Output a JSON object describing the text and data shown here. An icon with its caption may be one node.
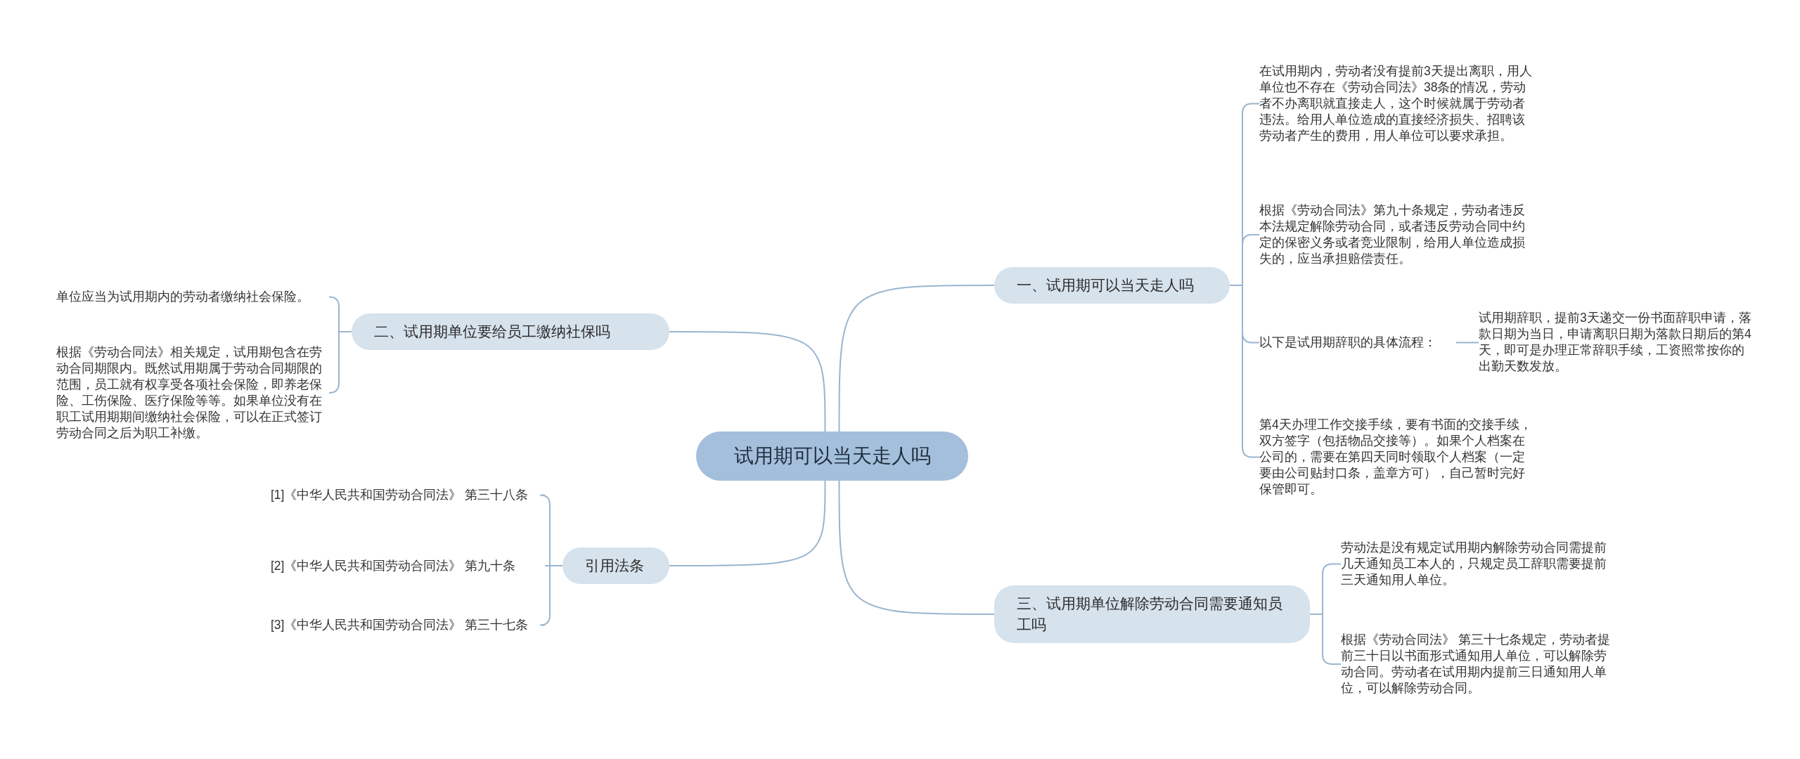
{
  "diagram": {
    "nodes": [
      {
        "text": [
          "试用期可以当天走人吗"
        ]
      },
      {
        "text": [
          "一、试用期可以当天走人吗"
        ]
      },
      {
        "text": [
          "在试用期内，劳动者没有提前3天提出离职，用人单位也不存在《劳动合同法》38条的情况，劳动者不办离职就直接走人，这个时候就属于劳动者违法。给用人单位造成的直接经济损失、招聘该劳动者产生的费用，用人单位可以要求承担。"
        ]
      },
      {
        "text": [
          "根据《劳动合同法》第九十条规定，劳动者违反本法规定解除劳动合同，或者违反劳动合同中约定的保密义务或者竞业限制，给用人单位造成损失的，应当承担赔偿责任。"
        ]
      },
      {
        "text": [
          "以下是试用期辞职的具体流程："
        ]
      },
      {
        "text": [
          "试用期辞职，提前3天递交一份书面辞职申请，落款日期为当日，申请离职日期为落款日期后的第4天，即可是办理正常辞职手续，工资照常按你的出勤天数发放。"
        ]
      },
      {
        "text": [
          "第4天办理工作交接手续，要有书面的交接手续，双方签字（包括物品交接等）。如果个人档案在公司的，需要在第四天同时领取个人档案（一定要由公司贴封口条，盖章方可），自己暂时完好保管即可。"
        ]
      },
      {
        "text": [
          "三、试用期单位解除劳动合同需要通知员工吗"
        ]
      },
      {
        "text": [
          "劳动法是没有规定试用期内解除劳动合同需提前几天通知员工本人的，只规定员工辞职需要提前三天通知用人单位。"
        ]
      },
      {
        "text": [
          "根据《劳动合同法》 第三十七条规定，劳动者提前三十日以书面形式通知用人单位，可以解除劳动合同。劳动者在试用期内提前三日通知用人单位，可以解除劳动合同。"
        ]
      },
      {
        "text": [
          "二、试用期单位要给员工缴纳社保吗"
        ]
      },
      {
        "text": [
          "单位应当为试用期内的劳动者缴纳社会保险。"
        ]
      },
      {
        "text": [
          "根据《劳动合同法》相关规定，试用期包含在劳动合同期限内。既然试用期属于劳动合同期限的范围，员工就有权享受各项社会保险，即养老保险、工伤保险、医疗保险等等。如果单位没有在职工试用期期间缴纳社会保险，可以在正式签订劳动合同之后为职工补缴。"
        ]
      },
      {
        "text": [
          "引用法条"
        ]
      },
      {
        "text": [
          "[1]《中华人民共和国劳动合同法》 第三十八条"
        ]
      },
      {
        "text": [
          "[2]《中华人民共和国劳动合同法》 第九十条"
        ]
      },
      {
        "text": [
          "[3]《中华人民共和国劳动合同法》 第三十七条"
        ]
      }
    ],
    "edges": [
      {
        "from": 0,
        "to": 1,
        "arrow": "none"
      },
      {
        "from": 1,
        "to": 2,
        "arrow": "none"
      },
      {
        "from": 1,
        "to": 3,
        "arrow": "none"
      },
      {
        "from": 1,
        "to": 4,
        "arrow": "none"
      },
      {
        "from": 4,
        "to": 5,
        "arrow": "none"
      },
      {
        "from": 1,
        "to": 6,
        "arrow": "none"
      },
      {
        "from": 0,
        "to": 7,
        "arrow": "none"
      },
      {
        "from": 7,
        "to": 8,
        "arrow": "none"
      },
      {
        "from": 7,
        "to": 9,
        "arrow": "none"
      },
      {
        "from": 0,
        "to": 10,
        "arrow": "none"
      },
      {
        "from": 10,
        "to": 11,
        "arrow": "none"
      },
      {
        "from": 10,
        "to": 12,
        "arrow": "none"
      },
      {
        "from": 0,
        "to": 13,
        "arrow": "none"
      },
      {
        "from": 13,
        "to": 14,
        "arrow": "none"
      },
      {
        "from": 13,
        "to": 15,
        "arrow": "none"
      },
      {
        "from": 13,
        "to": 16,
        "arrow": "none"
      }
    ]
  }
}
